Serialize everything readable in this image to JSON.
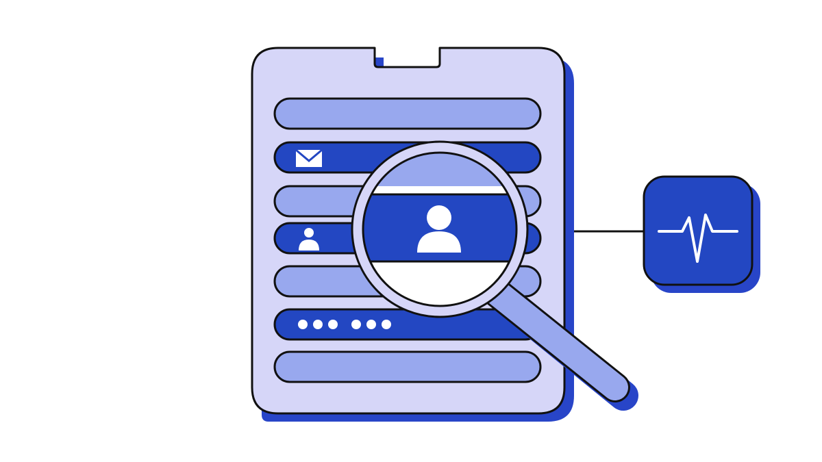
{
  "illustration": {
    "form": {
      "fields": [
        {
          "kind": "plain-field",
          "filled": false
        },
        {
          "kind": "email-field",
          "filled": true,
          "icon": "mail-icon"
        },
        {
          "kind": "plain-field",
          "filled": false
        },
        {
          "kind": "user-field",
          "filled": true,
          "icon": "user-icon"
        },
        {
          "kind": "plain-field",
          "filled": false
        },
        {
          "kind": "password-field",
          "filled": true,
          "icon": "password-dots",
          "dot_groups": [
            3,
            3
          ]
        },
        {
          "kind": "plain-field",
          "filled": false
        }
      ]
    },
    "magnifier": {
      "focus": "user-field",
      "icon": "user-icon"
    },
    "monitor_badge": {
      "icon": "heartbeat-icon"
    }
  },
  "colors": {
    "outline": "#111111",
    "panel_fill": "#d6d6f8",
    "shadow_blue": "#2845c8",
    "field_light": "#98a8ee",
    "field_dark": "#2347c2",
    "white": "#ffffff"
  }
}
